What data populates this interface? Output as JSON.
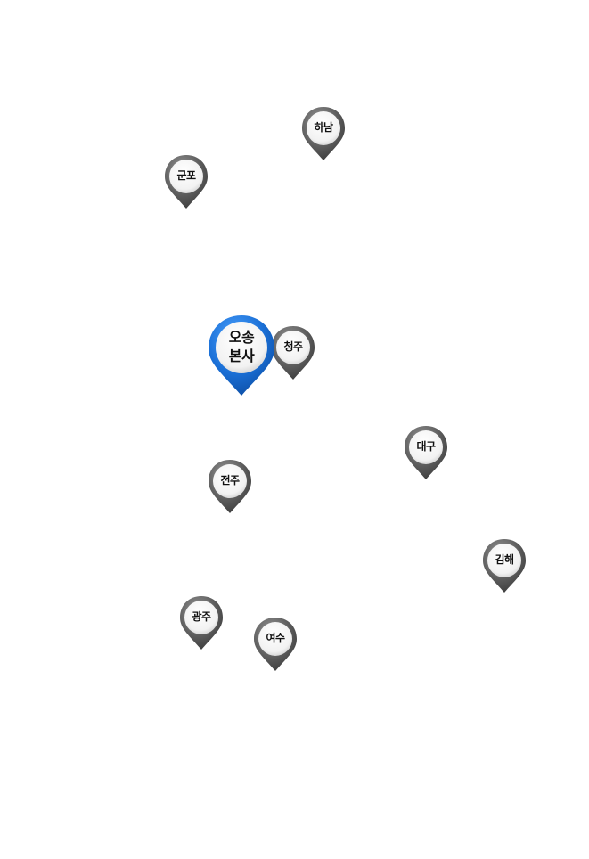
{
  "map": {
    "background": "#ffffff",
    "hq": {
      "line1": "오송",
      "line2": "본사",
      "color": "#1a6fd6"
    },
    "branches": {
      "hanam": "하남",
      "gunpo": "군포",
      "cheongju": "청주",
      "daegu": "대구",
      "jeonju": "전주",
      "gimhae": "김해",
      "gwangju": "광주",
      "yeosu": "여수"
    },
    "branch_color": "#6a6a6a"
  }
}
